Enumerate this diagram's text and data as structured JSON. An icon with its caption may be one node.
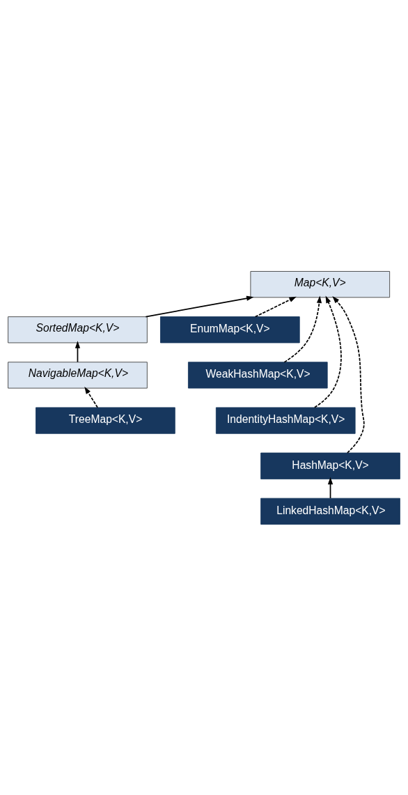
{
  "diagram": {
    "nodes": [
      {
        "text": [
          "Map<K,V>"
        ]
      },
      {
        "text": [
          "SortedMap<K,V>"
        ]
      },
      {
        "text": [
          "NavigableMap<K,V>"
        ]
      },
      {
        "text": [
          "TreeMap<K,V>"
        ]
      },
      {
        "text": [
          "EnumMap<K,V>"
        ]
      },
      {
        "text": [
          "WeakHashMap<K,V>"
        ]
      },
      {
        "text": [
          "IndentityHashMap<K,V>"
        ]
      },
      {
        "text": [
          "HashMap<K,V>"
        ]
      },
      {
        "text": [
          "LinkedHashMap<K,V>"
        ]
      }
    ],
    "edges": [
      {
        "from": 1,
        "to": 0,
        "arrow": "to"
      },
      {
        "from": 2,
        "to": 1,
        "arrow": "to"
      },
      {
        "from": 3,
        "to": 2,
        "arrow": "to",
        "style": "dashed"
      },
      {
        "from": 4,
        "to": 0,
        "arrow": "to",
        "style": "dashed"
      },
      {
        "from": 5,
        "to": 0,
        "arrow": "to",
        "style": "dashed"
      },
      {
        "from": 6,
        "to": 0,
        "arrow": "to",
        "style": "dashed"
      },
      {
        "from": 7,
        "to": 0,
        "arrow": "to",
        "style": "dashed"
      },
      {
        "from": 8,
        "to": 7,
        "arrow": "to"
      }
    ]
  }
}
